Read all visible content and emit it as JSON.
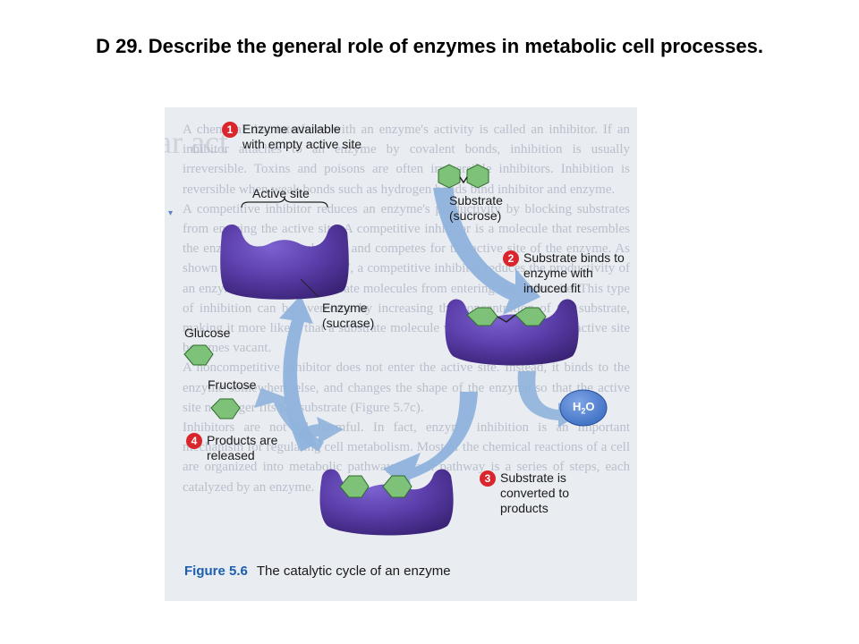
{
  "title": "D 29. Describe the general role of enzymes in metabolic cell processes.",
  "figure": {
    "number": "Figure 5.6",
    "caption": "The catalytic cycle of an enzyme"
  },
  "steps": [
    {
      "num": "1",
      "text": "Enzyme available with empty active site"
    },
    {
      "num": "2",
      "text": "Substrate binds to enzyme with induced fit"
    },
    {
      "num": "3",
      "text": "Substrate is converted to products"
    },
    {
      "num": "4",
      "text": "Products are released"
    }
  ],
  "labels": {
    "active_site": "Active site",
    "substrate": "Substrate (sucrose)",
    "enzyme": "Enzyme (sucrase)",
    "glucose": "Glucose",
    "fructose": "Fructose",
    "water_h": "H",
    "water_sub": "2",
    "water_o": "O"
  },
  "background_text": {
    "heading": "ar act",
    "p1": "A chemical that interferes with an enzyme's activity is called an inhibitor. If an inhibitor attaches to an enzyme by covalent bonds, inhibition is usually irreversible. Toxins and poisons are often irreversible inhibitors. Inhibition is reversible when weak bonds such as hydrogen bonds bind inhibitor and enzyme.",
    "p2": "A competitive inhibitor reduces an enzyme's productivity by blocking substrates from entering the active site. A competitive inhibitor is a molecule that resembles the enzyme's normal substrate and competes for the active site of the enzyme. As shown in part (b) of Figure 5.7, a competitive inhibitor reduces the productivity of an enzyme by blocking substrate molecules from entering the active site. This type of inhibition can be overcome by increasing the concentration of the substrate, making it more likely that a substrate molecule will be nearby when an active site becomes vacant.",
    "p3": "A noncompetitive inhibitor does not enter the active site. Instead, it binds to the enzyme somewhere else, and changes the shape of the enzyme so that the active site no longer fits the substrate (Figure 5.7c).",
    "p4": "Inhibitors are not all harmful. In fact, enzyme inhibition is an important mechanism for regulating cell metabolism. Most of the chemical reactions of a cell are organized into metabolic pathways. Each pathway is a series of steps, each catalyzed by an enzyme."
  },
  "colors": {
    "enzyme_purple": "#5a3da8",
    "substrate_green": "#7ec27a",
    "arrow_blue": "#8fb3dc",
    "water_blue": "#3d6fc3",
    "step_red": "#d9262c",
    "figure_blue": "#1d5fae"
  }
}
